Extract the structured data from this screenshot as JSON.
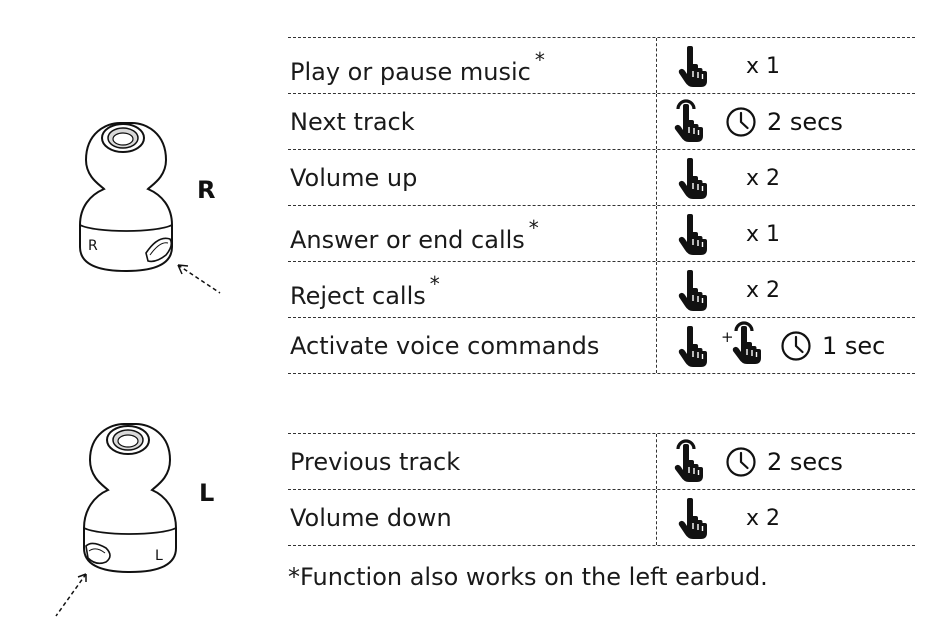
{
  "earbud_right": {
    "side_letter": "R",
    "body_mark": "R"
  },
  "earbud_left": {
    "side_letter": "L",
    "body_mark": "L"
  },
  "right_table": {
    "rows": [
      {
        "label": "Play or pause music",
        "asterisk": "*",
        "gesture": "tap",
        "count": "x 1"
      },
      {
        "label": "Next track",
        "gesture": "tap-and-hold",
        "duration": "2 secs"
      },
      {
        "label": "Volume up",
        "gesture": "tap",
        "count": "x 2"
      },
      {
        "label": "Answer or end calls",
        "asterisk": "*",
        "gesture": "tap",
        "count": "x 1"
      },
      {
        "label": "Reject calls",
        "asterisk": "*",
        "gesture": "tap",
        "count": "x 2"
      },
      {
        "label": "Activate voice commands",
        "gesture": "tap-plus-hold",
        "plus": "+",
        "duration": "1 sec"
      }
    ]
  },
  "left_table": {
    "rows": [
      {
        "label": "Previous track",
        "gesture": "tap-and-hold",
        "duration": "2 secs"
      },
      {
        "label": "Volume down",
        "gesture": "tap",
        "count": "x 2"
      }
    ]
  },
  "icons": {
    "tap": "tap-hand-icon",
    "hold": "hold-hand-icon",
    "time": "clock-icon"
  },
  "footnote": "*Function also works on the left earbud."
}
